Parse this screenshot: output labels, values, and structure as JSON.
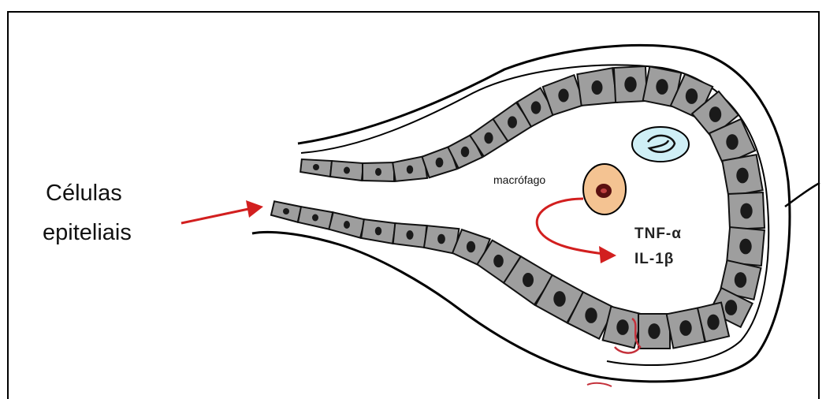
{
  "labels": {
    "epithelial": "Células\nepiteliais",
    "macrophage": "macrófago",
    "cytokine_1": "TNF-α",
    "cytokine_2": "IL-1β"
  },
  "colors": {
    "arrow": "#d21f1f",
    "cell_fill": "#9e9e9e",
    "nucleus": "#1a1a1a",
    "macrophage_fill": "#f4c392",
    "macrophage_nucleus": "#5a1010",
    "cyst_fill": "#cfeff6",
    "outline": "#000000"
  }
}
